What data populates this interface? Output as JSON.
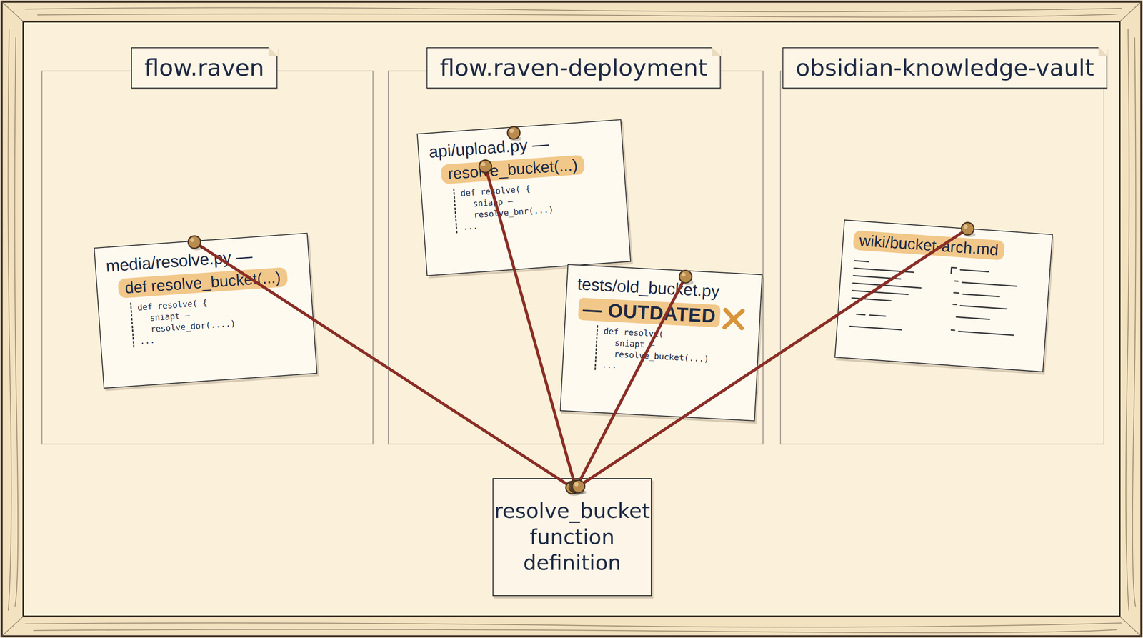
{
  "diagram": {
    "nodes": [
      {
        "text": [
          "flow.raven"
        ]
      },
      {
        "text": [
          "media/resolve.py —",
          "def resolve_bucket(...)",
          "def resolve( {",
          "sniapt —",
          "resolve_dor(....)",
          "..."
        ],
        "in": 0
      },
      {
        "text": [
          "flow.raven-deployment"
        ]
      },
      {
        "text": [
          "api/upload.py —",
          "resolve_bucket(...)",
          "def resolve( {",
          "sniapp —",
          "resolve_bnr(...)",
          "..."
        ],
        "in": 2
      },
      {
        "text": [
          "tests/old_bucket.py",
          "— OUTDATED",
          "def resolve(",
          "sniapt —",
          "resolve_bucket(...)",
          "..."
        ],
        "in": 2
      },
      {
        "text": [
          "obsidian-knowledge-vault"
        ]
      },
      {
        "text": [
          "wiki/bucket-arch.md"
        ],
        "in": 5
      },
      {
        "text": [
          "resolve_bucket function definition"
        ]
      }
    ],
    "edges": [
      {
        "from": 1,
        "to": 7,
        "arrow": "none"
      },
      {
        "from": 3,
        "to": 7,
        "arrow": "none"
      },
      {
        "from": 4,
        "to": 7,
        "arrow": "none"
      },
      {
        "from": 6,
        "to": 7,
        "arrow": "none"
      }
    ]
  }
}
